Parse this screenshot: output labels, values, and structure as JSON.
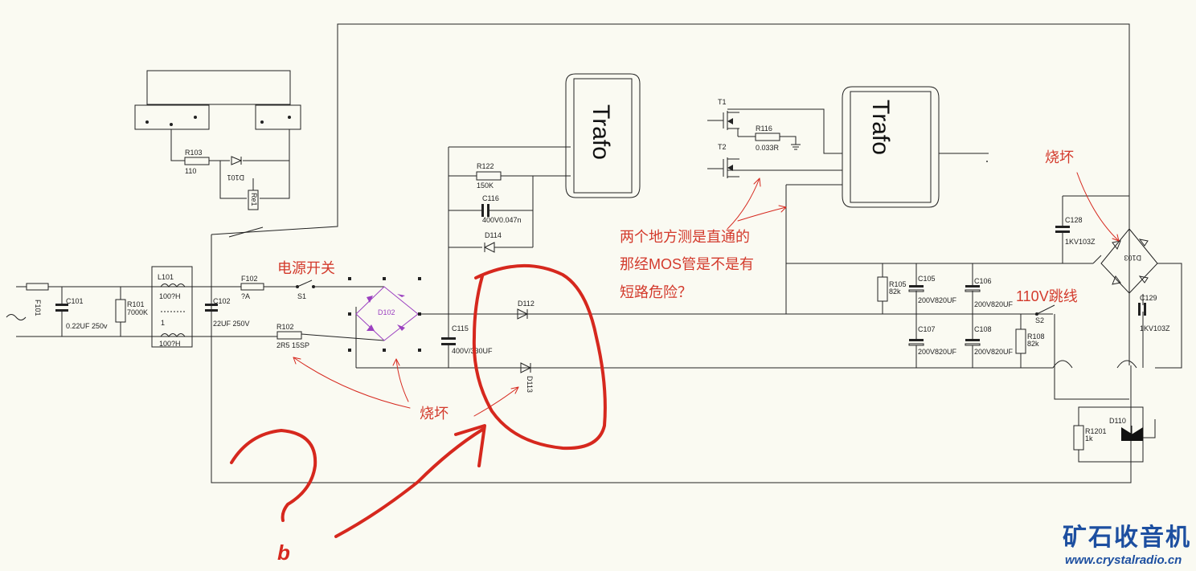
{
  "colors": {
    "background": "#fafaf2",
    "wire": "#222222",
    "annotation": "#d33a2c",
    "rectifier": "#9b40c0",
    "watermark": "#1d4fa0"
  },
  "labels": {
    "f101": "F101",
    "c101": "C101",
    "c101_val": "0.22UF 250v",
    "r101": "R101",
    "r101_val": "7000K",
    "l101": "L101",
    "l101_val": "100?H",
    "l2": "1",
    "l2_val": "100?H",
    "c102": "C102",
    "c102_val": "22UF 250V",
    "f102": "F102",
    "f102_val": "?A",
    "s1": "S1",
    "r102": "R102",
    "r102_val": "2R5 15SP",
    "r103": "R103",
    "r103_val": "110",
    "d101": "D101",
    "re1": "Re1",
    "d102": "D102",
    "c115": "C115",
    "c115_val": "400V/330UF",
    "r122": "R122",
    "r122_val": "150K",
    "c116": "C116",
    "c116_val": "400V0.047n",
    "d114": "D114",
    "d112": "D112",
    "d113": "D113",
    "trafo1": "Trafo",
    "t1": "T1",
    "t2": "T2",
    "r116": "R116",
    "r116_val": "0.033R",
    "trafo2": "Trafo",
    "r105": "R105",
    "r105_val": "82k",
    "c105": "C105",
    "c105_val": "200V820UF",
    "c106": "C106",
    "c106_val": "200V820UF",
    "c107": "C107",
    "c107_val": "200V820UF",
    "c108": "C108",
    "c108_val": "200V820UF",
    "s2": "S2",
    "r108": "R108",
    "r108_val": "82k",
    "c128": "C128",
    "c128_val": "1KV103Z",
    "d103": "D103",
    "c129": "C129",
    "c129_val": "1KV103Z",
    "d110": "D110",
    "r1201": "R1201",
    "r1201_val": "1k"
  },
  "annotations": {
    "power_switch": "电源开关",
    "burned_center": "烧坏",
    "burned_right": "烧坏",
    "question_line1": "两个地方测是直通的",
    "question_line2": "那经MOS管是不是有",
    "question_line3": "短路危险？",
    "jumper_110v": "110V跳线",
    "scribble_letter": "b"
  },
  "watermark": {
    "title": "矿石收音机",
    "url": "www.crystalradio.cn"
  }
}
